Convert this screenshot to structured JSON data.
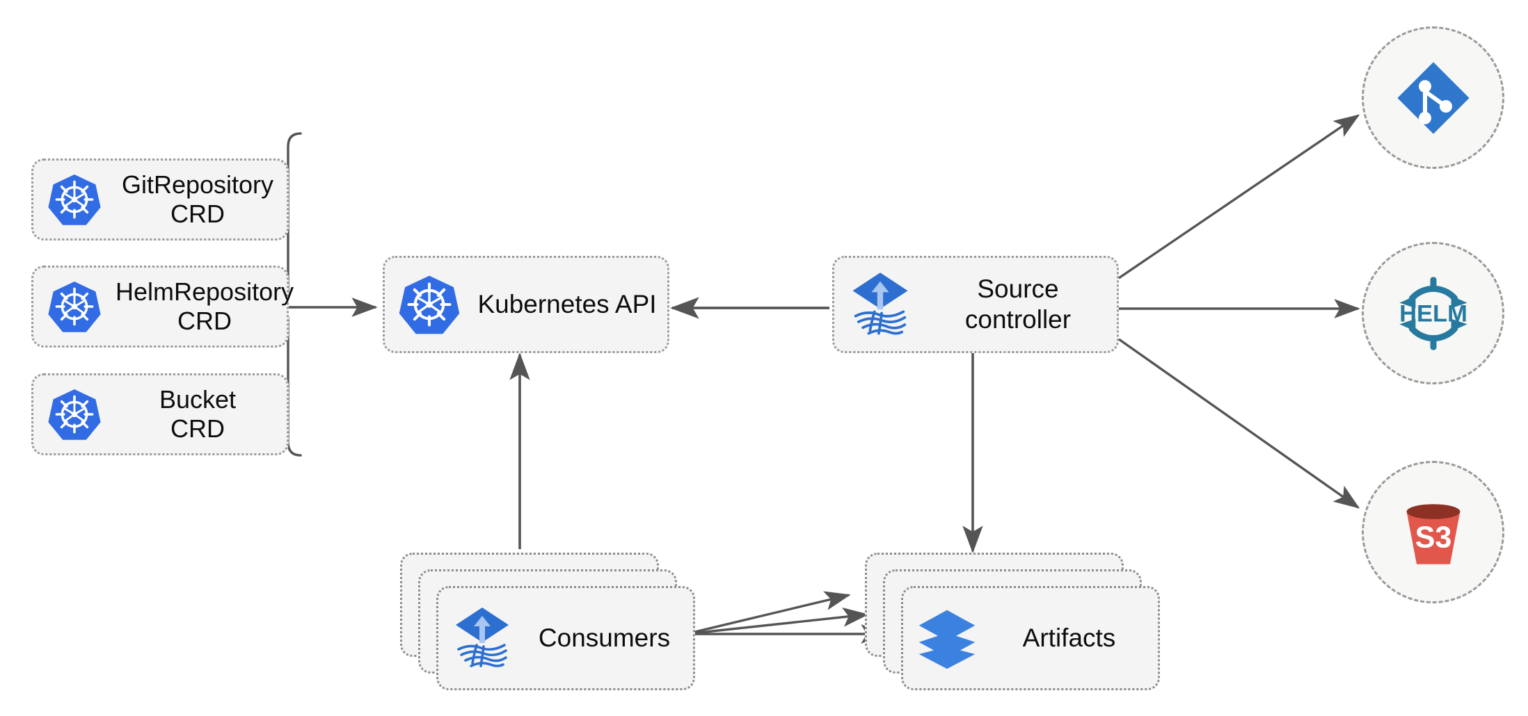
{
  "diagram": {
    "title": "Flux source-controller architecture",
    "background": "#ffffff",
    "node_fill": "#f4f4f4",
    "border_color": "#9a9a9a",
    "edge_color": "#555555",
    "accent_blue": "#326ce5",
    "flux_blue": "#2c6fd1",
    "helm_teal": "#277a9f",
    "s3_red": "#e2574c",
    "s3_rim": "#8c3123"
  },
  "crds": [
    {
      "label": "GitRepository\nCRD",
      "icon": "kubernetes-icon"
    },
    {
      "label": "HelmRepository\nCRD",
      "icon": "kubernetes-icon"
    },
    {
      "label": "Bucket\nCRD",
      "icon": "kubernetes-icon"
    }
  ],
  "nodes": {
    "kubernetes_api": {
      "label": "Kubernetes API",
      "icon": "kubernetes-icon"
    },
    "source_controller": {
      "label": "Source\ncontroller",
      "icon": "flux-icon"
    },
    "consumers": {
      "label": "Consumers",
      "icon": "flux-icon",
      "layers": 3
    },
    "artifacts": {
      "label": "Artifacts",
      "icon": "layers-icon",
      "layers": 3
    }
  },
  "sources": [
    {
      "name": "git",
      "icon": "git-icon",
      "label": ""
    },
    {
      "name": "helm",
      "icon": "helm-icon",
      "label": "HELM"
    },
    {
      "name": "s3",
      "icon": "s3-bucket-icon",
      "label": "S3"
    }
  ],
  "edges": [
    {
      "from": "crd-group",
      "to": "kubernetes-api",
      "direction": "right"
    },
    {
      "from": "source-controller",
      "to": "kubernetes-api",
      "direction": "left"
    },
    {
      "from": "source-controller",
      "to": "git",
      "direction": "up-right"
    },
    {
      "from": "source-controller",
      "to": "helm",
      "direction": "right"
    },
    {
      "from": "source-controller",
      "to": "s3",
      "direction": "down-right"
    },
    {
      "from": "source-controller",
      "to": "artifacts",
      "direction": "down"
    },
    {
      "from": "consumers",
      "to": "kubernetes-api",
      "direction": "up"
    },
    {
      "from": "consumers",
      "to": "artifacts",
      "direction": "right"
    }
  ]
}
